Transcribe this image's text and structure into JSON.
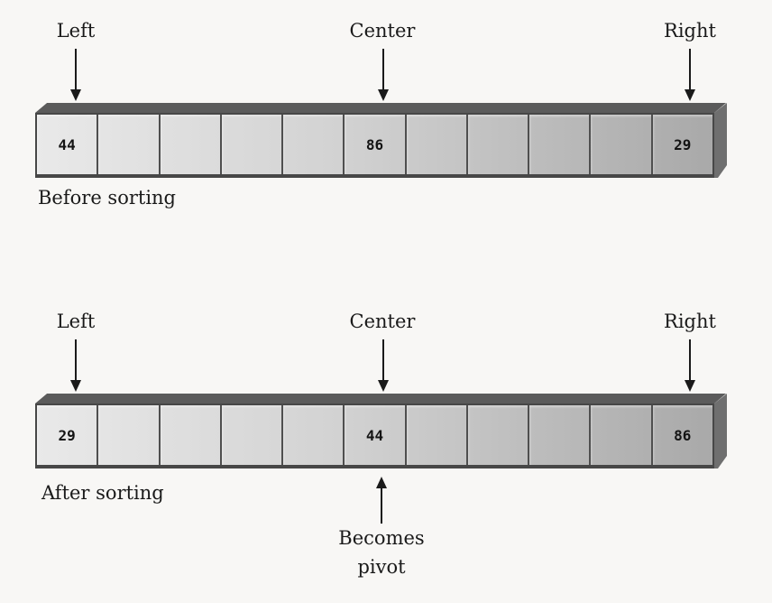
{
  "figure": {
    "subject": "median-of-three pivot selection"
  },
  "colors": {
    "background": "#f8f7f5",
    "ink": "#1a1a1a",
    "bar_top_face": "#5b5b5b",
    "bar_right_face": "#6f6f6f",
    "cell_border": "#4f4f4f",
    "frame_border": "#474747",
    "cell_light": "#e9e9e9",
    "cell_mid": "#d2d2d2",
    "cell_dark": "#a9a9a9",
    "digit_ink": "#141414"
  },
  "diagrams": [
    {
      "caption": "Before sorting",
      "pointers": {
        "left": "Left",
        "center": "Center",
        "right": "Right"
      },
      "cells": [
        "44",
        "",
        "",
        "",
        "",
        "86",
        "",
        "",
        "",
        "",
        "29"
      ]
    },
    {
      "caption": "After sorting",
      "pointers": {
        "left": "Left",
        "center": "Center",
        "right": "Right"
      },
      "cells": [
        "29",
        "",
        "",
        "",
        "",
        "44",
        "",
        "",
        "",
        "",
        "86"
      ],
      "pivot_note": {
        "line1": "Becomes",
        "line2": "pivot"
      }
    }
  ]
}
